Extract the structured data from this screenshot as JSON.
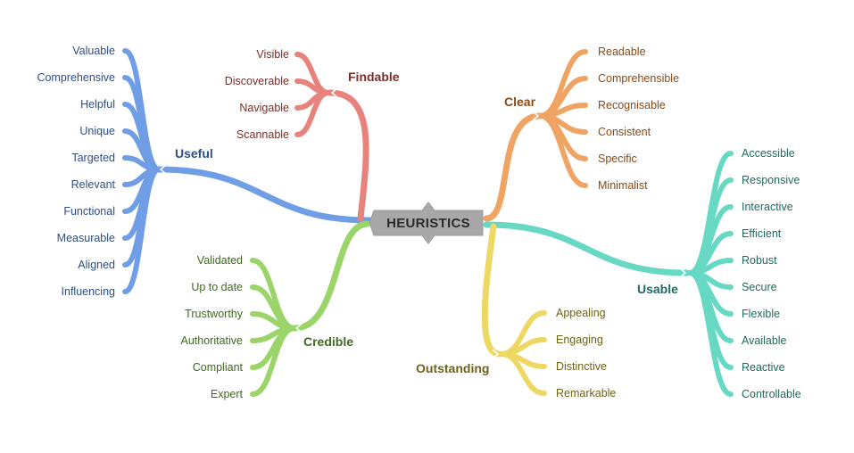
{
  "center": {
    "label": "HEURISTICS"
  },
  "branches": [
    {
      "id": "useful",
      "label": "Useful",
      "color": "#6f9ee6",
      "text_color": "#2f4f84",
      "items": [
        "Valuable",
        "Comprehensive",
        "Helpful",
        "Unique",
        "Targeted",
        "Relevant",
        "Functional",
        "Measurable",
        "Aligned",
        "Influencing"
      ]
    },
    {
      "id": "findable",
      "label": "Findable",
      "color": "#e8827c",
      "text_color": "#7a2f2a",
      "items": [
        "Visible",
        "Discoverable",
        "Navigable",
        "Scannable"
      ]
    },
    {
      "id": "credible",
      "label": "Credible",
      "color": "#9bd468",
      "text_color": "#3f6a1f",
      "items": [
        "Validated",
        "Up to date",
        "Trustworthy",
        "Authoritative",
        "Compliant",
        "Expert"
      ]
    },
    {
      "id": "clear",
      "label": "Clear",
      "color": "#f0a464",
      "text_color": "#8a4a16",
      "items": [
        "Readable",
        "Comprehensible",
        "Recognisable",
        "Consistent",
        "Specific",
        "Minimalist"
      ]
    },
    {
      "id": "usable",
      "label": "Usable",
      "color": "#66d8c4",
      "text_color": "#1f6b60",
      "items": [
        "Accessible",
        "Responsive",
        "Interactive",
        "Efficient",
        "Robust",
        "Secure",
        "Flexible",
        "Available",
        "Reactive",
        "Controllable"
      ]
    },
    {
      "id": "outstanding",
      "label": "Outstanding",
      "color": "#ecd862",
      "text_color": "#6e6418",
      "items": [
        "Appealing",
        "Engaging",
        "Distinctive",
        "Remarkable"
      ]
    }
  ]
}
